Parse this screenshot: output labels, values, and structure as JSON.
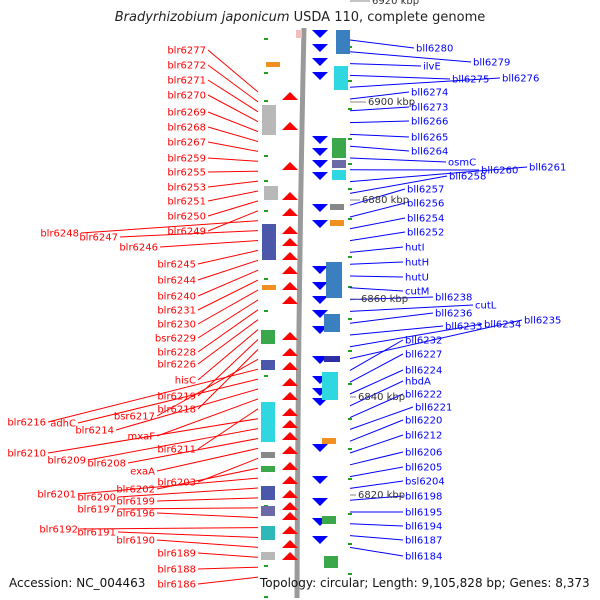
{
  "title": {
    "organism": "Bradyrhizobium japonicum",
    "strain": "USDA 110, complete genome"
  },
  "footer": {
    "accession": "Accession: NC_004463",
    "topology": "Topology: circular; Length: 9,105,828 bp; Genes: 8,373"
  },
  "colors": {
    "left_strand": "#ff0000",
    "right_strand": "#0000ff",
    "backbone": "#9a9a9a",
    "tick_green": "#22a022"
  },
  "positions": [
    {
      "label": "6920 kbp",
      "partial": true
    },
    {
      "label": "6900 kbp"
    },
    {
      "label": "6880 kbp"
    },
    {
      "label": "6860 kbp"
    },
    {
      "label": "6840 kbp"
    },
    {
      "label": "6820 kbp"
    }
  ],
  "left_genes": [
    "blr6277",
    "blr6272",
    "blr6271",
    "blr6270",
    "blr6269",
    "blr6268",
    "blr6267",
    "blr6259",
    "blr6255",
    "blr6253",
    "blr6251",
    "blr6250",
    "blr6249",
    "blr6248",
    "blr6247",
    "blr6246",
    "blr6245",
    "blr6244",
    "blr6240",
    "blr6231",
    "blr6230",
    "bsr6229",
    "blr6228",
    "blr6226",
    "hisC",
    "blr6219",
    "blr6218",
    "bsr6217",
    "blr6216",
    "adhC",
    "blr6214",
    "mxaF",
    "blr6211",
    "blr6210",
    "blr6209",
    "blr6208",
    "exaA",
    "blr6203",
    "blr6202",
    "blr6201",
    "blr6200",
    "blr6199",
    "blr6197",
    "blr6196",
    "blr6192",
    "blr6191",
    "blr6190",
    "blr6189",
    "blr6188",
    "blr6186"
  ],
  "right_genes": [
    "bll6280",
    "bll6279",
    "ilvE",
    "bll6275",
    "bll6276",
    "bll6274",
    "bll6273",
    "bll6266",
    "bll6265",
    "bll6264",
    "osmC",
    "bll6260",
    "bll6261",
    "bll6258",
    "bll6257",
    "bll6256",
    "bll6254",
    "bll6252",
    "hutI",
    "hutH",
    "hutU",
    "cutM",
    "bll6238",
    "cutL",
    "bll6236",
    "bll6233",
    "bll6234",
    "bll6235",
    "bll6232",
    "bll6227",
    "bll6224",
    "hbdA",
    "bll6222",
    "bll6221",
    "bll6220",
    "bll6212",
    "bll6206",
    "bll6205",
    "bsl6204",
    "bll6198",
    "bll6195",
    "bll6194",
    "bll6187",
    "bll6184"
  ]
}
